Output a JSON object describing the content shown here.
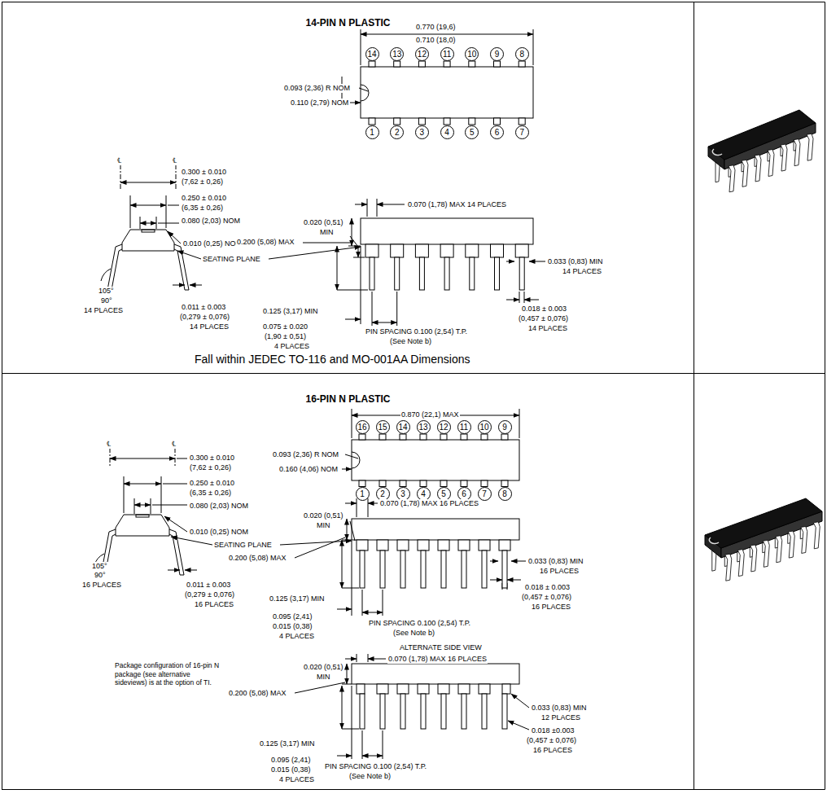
{
  "diagram": {
    "nodes": [
      {
        "text": [
          "14-PIN N PLASTIC",
          "Fall within JEDEC TO-116 and MO-001AA Dimensions"
        ]
      },
      {
        "text": [
          "14"
        ],
        "in": 0
      },
      {
        "text": [
          "13"
        ],
        "in": 0
      },
      {
        "text": [
          "12"
        ],
        "in": 0
      },
      {
        "text": [
          "11"
        ],
        "in": 0
      },
      {
        "text": [
          "10"
        ],
        "in": 0
      },
      {
        "text": [
          "9"
        ],
        "in": 0
      },
      {
        "text": [
          "8"
        ],
        "in": 0
      },
      {
        "text": [
          "1"
        ],
        "in": 0
      },
      {
        "text": [
          "2"
        ],
        "in": 0
      },
      {
        "text": [
          "3"
        ],
        "in": 0
      },
      {
        "text": [
          "4"
        ],
        "in": 0
      },
      {
        "text": [
          "5"
        ],
        "in": 0
      },
      {
        "text": [
          "6"
        ],
        "in": 0
      },
      {
        "text": [
          "7"
        ],
        "in": 0
      },
      {
        "text": [
          "16-PIN N PLASTIC"
        ]
      },
      {
        "text": [
          "16"
        ],
        "in": 15
      },
      {
        "text": [
          "15"
        ],
        "in": 15
      },
      {
        "text": [
          "14"
        ],
        "in": 15
      },
      {
        "text": [
          "13"
        ],
        "in": 15
      },
      {
        "text": [
          "12"
        ],
        "in": 15
      },
      {
        "text": [
          "11"
        ],
        "in": 15
      },
      {
        "text": [
          "10"
        ],
        "in": 15
      },
      {
        "text": [
          "9"
        ],
        "in": 15
      },
      {
        "text": [
          "1"
        ],
        "in": 15
      },
      {
        "text": [
          "2"
        ],
        "in": 15
      },
      {
        "text": [
          "3"
        ],
        "in": 15
      },
      {
        "text": [
          "4"
        ],
        "in": 15
      },
      {
        "text": [
          "5"
        ],
        "in": 15
      },
      {
        "text": [
          "6"
        ],
        "in": 15
      },
      {
        "text": [
          "7"
        ],
        "in": 15
      },
      {
        "text": [
          "8"
        ],
        "in": 15
      }
    ],
    "labels": [
      "℄",
      "℄",
      "0.300 ± 0.010",
      "(7,62 ± 0,26)",
      "0.250 ± 0.010",
      "(6,35 ± 0,26)",
      "0.080 (2,03) NOM",
      "0.010 (0,25) NOM",
      "SEATING PLANE",
      "105°",
      "90°",
      "14 PLACES",
      "0.011 ± 0.003",
      "(0,279 ± 0,076)",
      "14 PLACES",
      "0.770 (19,6)",
      "0.710 (18,0)",
      "0.093 (2,36) R NOM",
      "0.110 (2,79) NOM",
      "0.070 (1,78) MAX 14 PLACES",
      "0.020 (0,51)",
      "MIN",
      "0.200 (5,08) MAX",
      "0.033 (0,83) MIN",
      "14 PLACES",
      "0.125 (3,17) MIN",
      "0.018 ± 0.003",
      "(0,457 ± 0,076)",
      "14 PLACES",
      "0.075 ± 0.020",
      "(1,90 ± 0,51)",
      "4 PLACES",
      "PIN SPACING 0.100 (2,54) T.P.",
      "(See Note b)",
      "℄",
      "℄",
      "0.300 ± 0.010",
      "(7,62 ± 0,26)",
      "0.250 ± 0.010",
      "(6,35 ± 0,26)",
      "0.080 (2,03) NOM",
      "0.010 (0,25) NOM",
      "SEATING PLANE",
      "105°",
      "90°",
      "16 PLACES",
      "0.011 ± 0.003",
      "(0,279 ± 0,076)",
      "16 PLACES",
      "0.870 (22,1) MAX",
      "0.093 (2,36) R NOM",
      "0.160 (4,06) NOM",
      "0.070 (1,78) MAX 16 PLACES",
      "0.020 (0,51)",
      "MIN",
      "0.200 (5,08) MAX",
      "0.033 (0,83) MIN",
      "16 PLACES",
      "0.018 ± 0.003",
      "(0,457 ± 0,076)",
      "16 PLACES",
      "0.125 (3,17) MIN",
      "0.095 (2,41)",
      "0.015 (0,38)",
      "4 PLACES",
      "PIN SPACING 0.100 (2,54) T.P.",
      "(See Note b)",
      "ALTERNATE SIDE VIEW",
      "Package configuration of 16-pin N package (see alternative sideviews) is at the option of TI.",
      "0.070 (1,78) MAX 16 PLACES",
      "0.020 (0,51)",
      "MIN",
      "0.200 (5,08) MAX",
      "0.033 (0,83) MIN",
      "12 PLACES",
      "0.018 ±0.003",
      "(0,457 ± 0,076)",
      "16 PLACES",
      "0.125 (3,17) MIN",
      "0.095 (2,41)",
      "0.015 (0,38)",
      "4 PLACES",
      "PIN SPACING 0.100 (2,54) T.P.",
      "(See Note b)"
    ]
  }
}
